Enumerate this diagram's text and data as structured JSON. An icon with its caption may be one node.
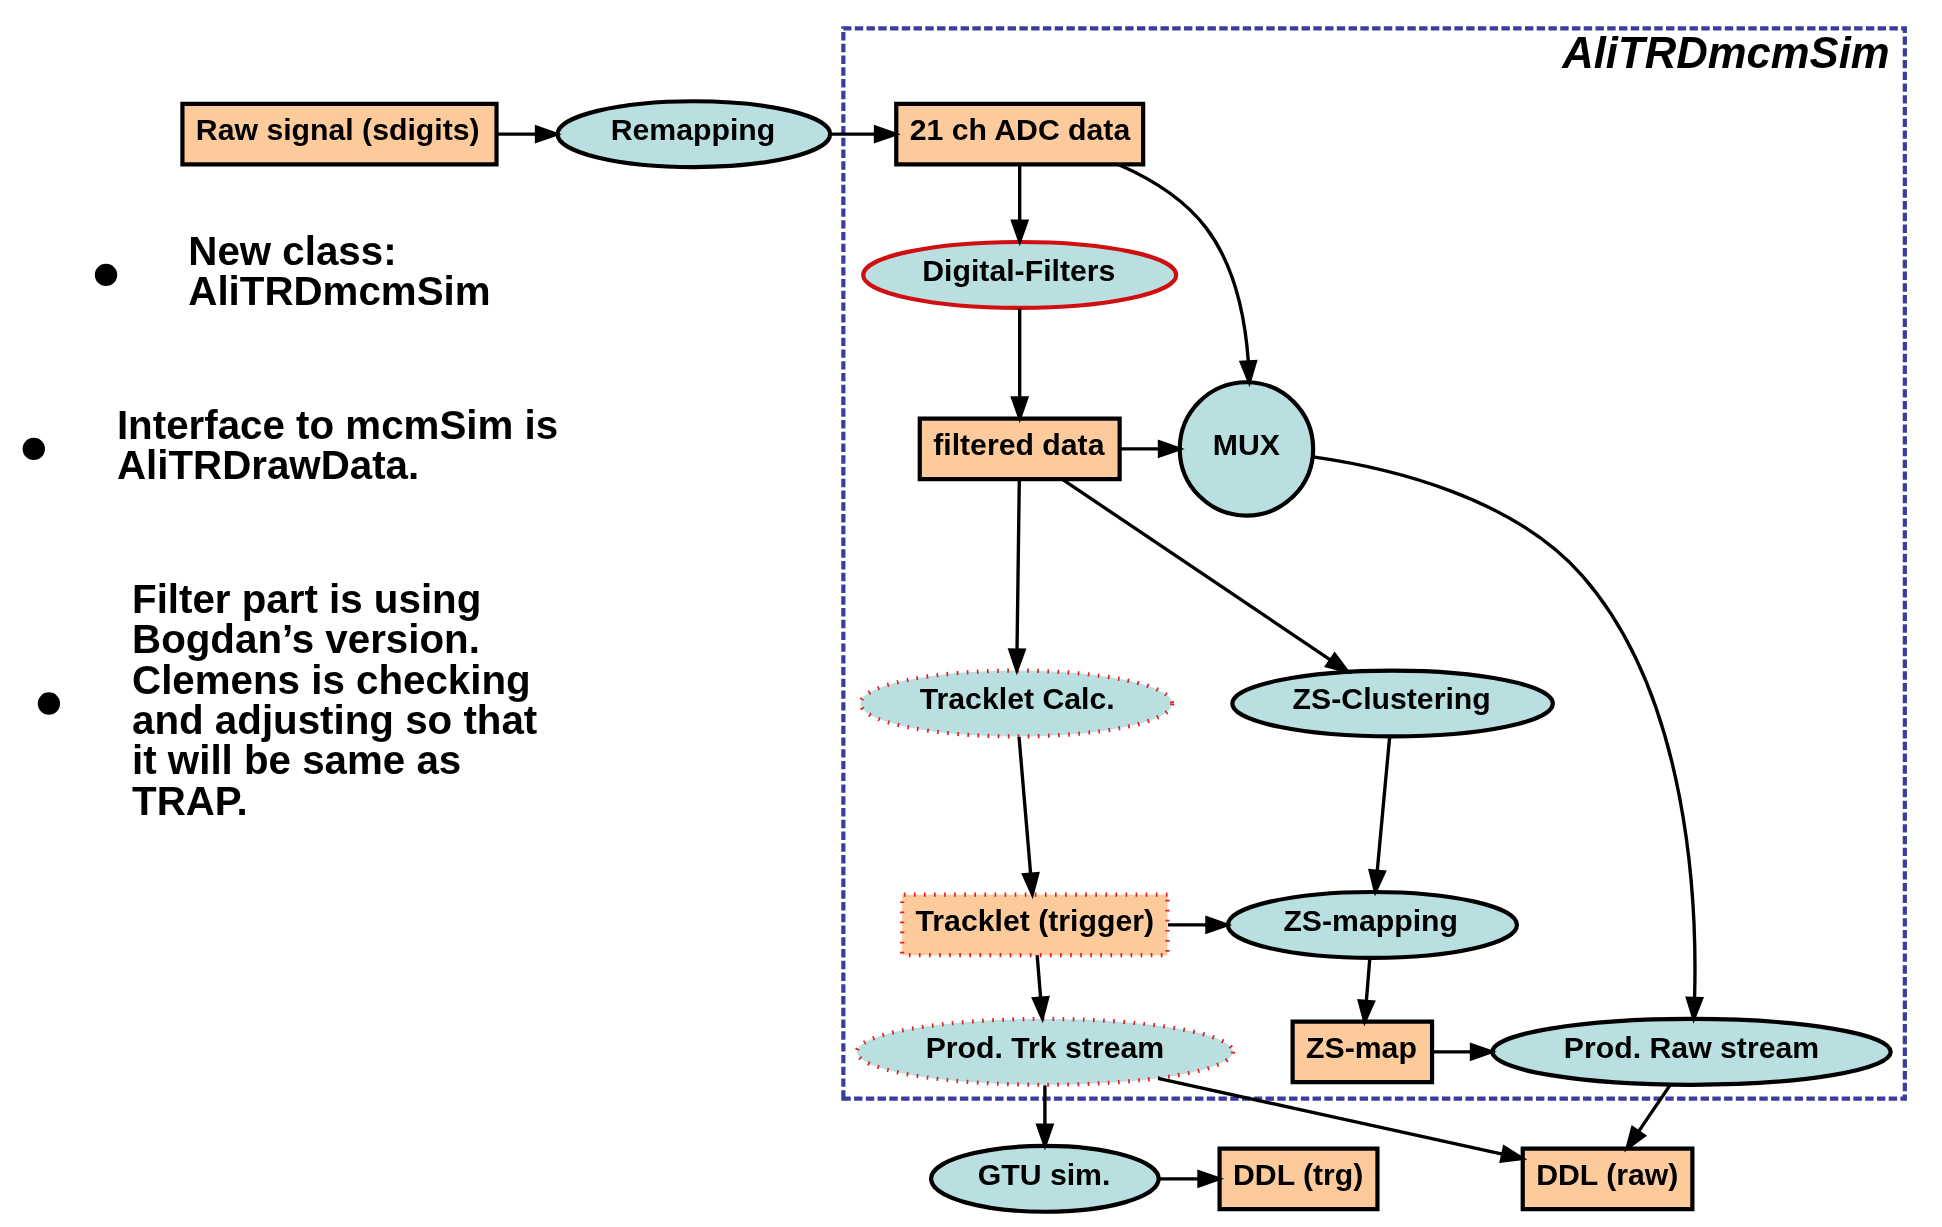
{
  "diagram": {
    "nodes": [
      {
        "text": [
          "Raw signal (sdigits)"
        ]
      },
      {
        "text": [
          "Remapping"
        ]
      },
      {
        "text": [
          "AliTRDmcmSim"
        ]
      },
      {
        "text": [
          "21 ch ADC data"
        ],
        "in": 2
      },
      {
        "text": [
          "Digital-Filters"
        ],
        "in": 2
      },
      {
        "text": [
          "filtered data"
        ],
        "in": 2
      },
      {
        "text": [
          "MUX"
        ],
        "in": 2
      },
      {
        "text": [
          "Tracklet Calc."
        ],
        "in": 2
      },
      {
        "text": [
          "ZS-Clustering"
        ],
        "in": 2
      },
      {
        "text": [
          "Tracklet (trigger)"
        ],
        "in": 2
      },
      {
        "text": [
          "ZS-mapping"
        ],
        "in": 2
      },
      {
        "text": [
          "Prod. Trk stream"
        ],
        "in": 2
      },
      {
        "text": [
          "ZS-map"
        ],
        "in": 2
      },
      {
        "text": [
          "Prod. Raw stream"
        ],
        "in": 2
      },
      {
        "text": [
          "GTU sim."
        ]
      },
      {
        "text": [
          "DDL (trg)"
        ]
      },
      {
        "text": [
          "DDL (raw)"
        ]
      }
    ],
    "edges": [
      {
        "from": 0,
        "to": 1,
        "arrow": "to"
      },
      {
        "from": 1,
        "to": 3,
        "arrow": "to"
      },
      {
        "from": 3,
        "to": 4,
        "arrow": "to"
      },
      {
        "from": 3,
        "to": 6,
        "arrow": "to"
      },
      {
        "from": 4,
        "to": 5,
        "arrow": "to"
      },
      {
        "from": 5,
        "to": 6,
        "arrow": "to"
      },
      {
        "from": 5,
        "to": 7,
        "arrow": "to"
      },
      {
        "from": 5,
        "to": 8,
        "arrow": "to"
      },
      {
        "from": 7,
        "to": 9,
        "arrow": "to"
      },
      {
        "from": 8,
        "to": 10,
        "arrow": "to"
      },
      {
        "from": 9,
        "to": 10,
        "arrow": "to"
      },
      {
        "from": 9,
        "to": 11,
        "arrow": "to"
      },
      {
        "from": 10,
        "to": 12,
        "arrow": "to"
      },
      {
        "from": 6,
        "to": 13,
        "arrow": "to"
      },
      {
        "from": 12,
        "to": 13,
        "arrow": "to"
      },
      {
        "from": 11,
        "to": 14,
        "arrow": "to"
      },
      {
        "from": 11,
        "to": 16,
        "arrow": "to"
      },
      {
        "from": 14,
        "to": 15,
        "arrow": "to"
      },
      {
        "from": 13,
        "to": 16,
        "arrow": "to"
      }
    ],
    "labels": [
      "New class: AliTRDmcmSim",
      "Interface to mcmSim is AliTRDrawData.",
      "Filter part is using Bogdan’s version. Clemens is checking and adjusting so that it will be same as TRAP."
    ]
  }
}
